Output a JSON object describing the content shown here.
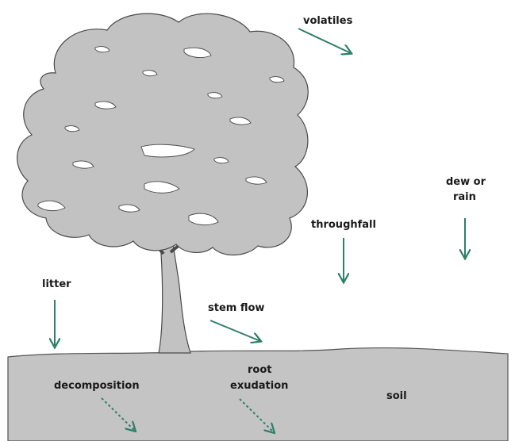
{
  "labels": {
    "volatiles": "volatiles",
    "dew_or_rain_line1": "dew or",
    "dew_or_rain_line2": "rain",
    "throughfall": "throughfall",
    "litter": "litter",
    "stem_flow": "stem flow",
    "root_exudation_line1": "root",
    "root_exudation_line2": "exudation",
    "decomposition": "decomposition",
    "soil": "soil"
  },
  "colors": {
    "tree": "#c2c2c2",
    "tree_outline": "#4a4a4a",
    "soil": "#c4c4c4",
    "arrow": "#2f7f6a",
    "text": "#1a1a1a"
  }
}
